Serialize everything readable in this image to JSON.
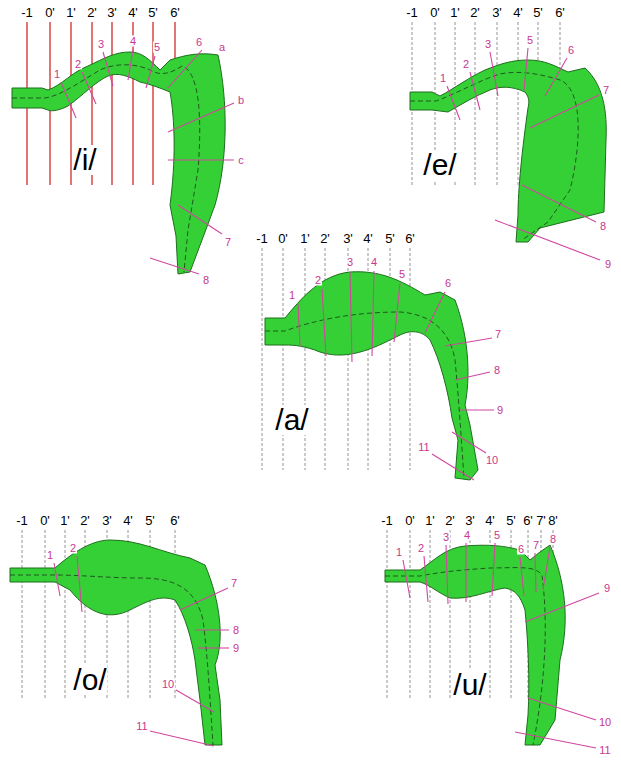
{
  "diagram": {
    "labels": [
      "-1",
      "0'",
      "1'",
      "2'",
      "3'",
      "4'",
      "5'",
      "6'",
      "1",
      "2",
      "3",
      "4",
      "5",
      "6",
      "a",
      "b",
      "c",
      "7",
      "8",
      "/i/",
      "-1",
      "0'",
      "1'",
      "2'",
      "3'",
      "4'",
      "5'",
      "6'",
      "1",
      "2",
      "3",
      "5",
      "6",
      "7",
      "8",
      "9",
      "/e/",
      "-1",
      "0'",
      "1'",
      "2'",
      "3'",
      "4'",
      "5'",
      "6'",
      "1",
      "2",
      "3",
      "4",
      "5",
      "6",
      "7",
      "8",
      "9",
      "10",
      "11",
      "/a/",
      "-1",
      "0'",
      "1'",
      "2'",
      "3'",
      "4'",
      "5'",
      "6'",
      "1",
      "2",
      "7",
      "8",
      "9",
      "10",
      "11",
      "/o/",
      "-1",
      "0'",
      "1'",
      "2'",
      "3'",
      "4'",
      "5'",
      "6'",
      "7'",
      "8'",
      "1",
      "2",
      "3",
      "4",
      "5",
      "6",
      "7",
      "8",
      "9",
      "10",
      "11",
      "/u/"
    ]
  }
}
